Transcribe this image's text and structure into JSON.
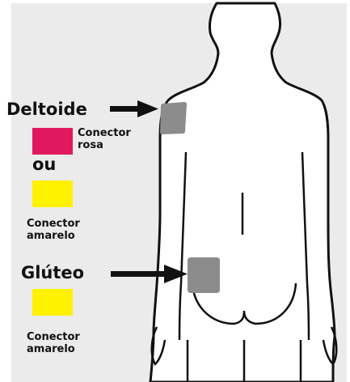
{
  "sites": {
    "deltoid": {
      "label": "Deltoide",
      "connector_label_line1": "Conector",
      "connector_label_line2": "rosa",
      "connector_color": "#e0195e"
    },
    "or_label": "ou",
    "alternate_connector": {
      "label_line1": "Conector",
      "label_line2": "amarelo",
      "color": "#fff200"
    },
    "gluteal": {
      "label": "Glúteo",
      "connector_label_line1": "Conector",
      "connector_label_line2": "amarelo",
      "connector_color": "#fff200"
    }
  },
  "colors": {
    "background_panel": "#ebebeb",
    "body_fill": "#ffffff",
    "body_outline": "#111111",
    "injection_site": "#8c8c8c",
    "arrow": "#111111"
  }
}
